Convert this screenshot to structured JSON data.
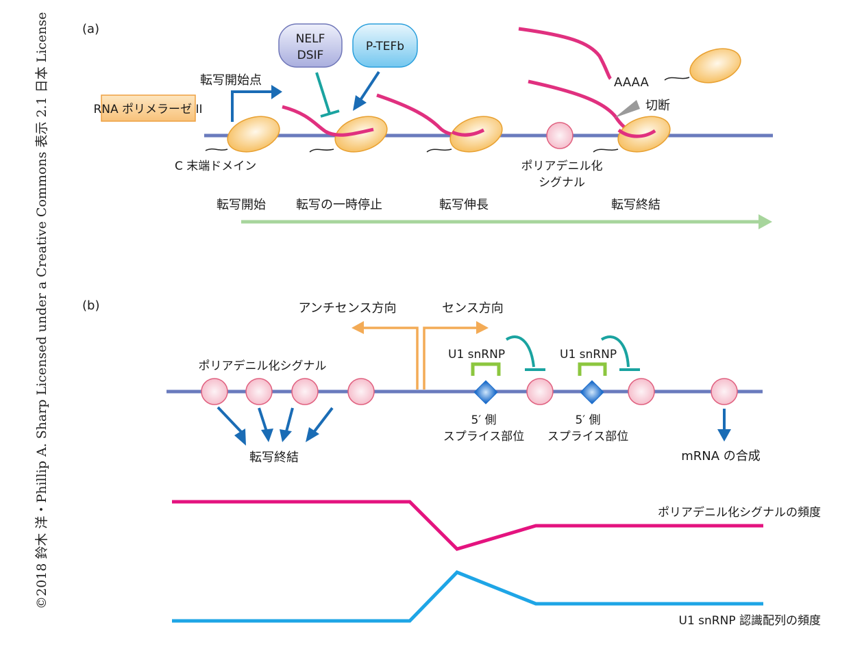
{
  "credit": "©2018 鈴木 洋・Phillip A. Sharp Licensed under a Creative Commons 表示 2.1 日本 License",
  "colors": {
    "dna": "#6a7bbd",
    "rna": "#e0307f",
    "polymerase_fill": "#f7c770",
    "polymerase_stroke": "#e8a030",
    "polya_fill": "#f7d3dc",
    "polya_stroke": "#e0607f",
    "blue_arrow": "#1a6cb5",
    "teal_inhibit": "#1aa3a0",
    "green_arrow": "#a7d59c",
    "orange_arrow": "#f3ab56",
    "u1_bracket": "#8cc63f",
    "splice_site": "#2f7fd1",
    "freq_polya": "#e4137f",
    "freq_u1": "#1ea5e6",
    "cleave": "#9a9a9a"
  },
  "panel_a": {
    "label": "(a)",
    "nelf_box": [
      "NELF",
      "DSIF"
    ],
    "ptefb_box": "P-TEFb",
    "tss_label": "転写開始点",
    "pol2_label": "RNA ポリメラーゼ II",
    "ctd_label": "C 末端ドメイン",
    "polya_label": [
      "ポリアデニル化",
      "シグナル"
    ],
    "polya_tail": "AAAA",
    "cleavage": "切断",
    "stages": [
      "転写開始",
      "転写の一時停止",
      "転写伸長",
      "転写終結"
    ]
  },
  "panel_b": {
    "label": "(b)",
    "antisense": "アンチセンス方向",
    "sense": "センス方向",
    "polya_label": "ポリアデニル化シグナル",
    "termination": "転写終結",
    "u1_labels": [
      "U1  snRNP",
      "U1  snRNP"
    ],
    "splice_labels": [
      [
        "5′ 側",
        "スプライス部位"
      ],
      [
        "5′ 側",
        "スプライス部位"
      ]
    ],
    "mrna": "mRNA の合成",
    "freq_polya_label": "ポリアデニル化シグナルの頻度",
    "freq_u1_label": "U1  snRNP 認識配列の頻度"
  }
}
